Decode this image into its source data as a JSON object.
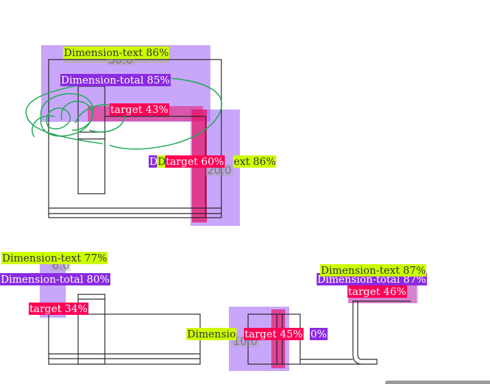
{
  "colors": {
    "dimension_text": "#ccff00",
    "dimension_total": "#8a2be2",
    "target": "#ff0055",
    "scribble": "#22aa55"
  },
  "drawing_values": {
    "top_width": "30.0",
    "top_height": "20.0",
    "bottom_left": "6.0",
    "bottom_mid": "10.0"
  },
  "detections": [
    {
      "label": "Dimension-text 86%"
    },
    {
      "label": "Dimension-total 85%"
    },
    {
      "label": "target 43%"
    },
    {
      "label": "D"
    },
    {
      "label": "D"
    },
    {
      "label": "target 60%"
    },
    {
      "label": "ext 86%"
    },
    {
      "label": "Dimension-text 77%"
    },
    {
      "label": "Dimension-total 80%"
    },
    {
      "label": "target 34%"
    },
    {
      "label": "Dimension-text 87%"
    },
    {
      "label": "Dimension-total 87%"
    },
    {
      "label": "target 46%"
    },
    {
      "label": "Dimensio"
    },
    {
      "label": "target 45%"
    },
    {
      "label": "0%"
    }
  ]
}
